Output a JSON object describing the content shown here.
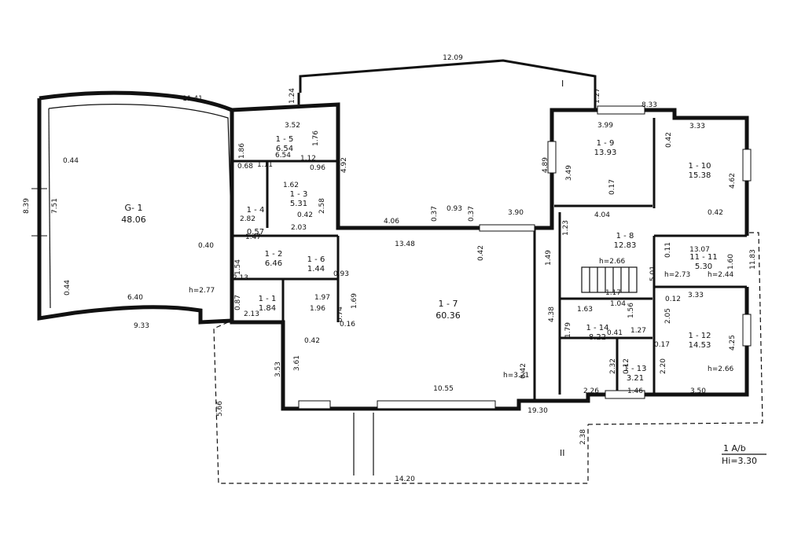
{
  "legend": {
    "line1": "1 A/b",
    "line2": "Hi=3.30"
  },
  "rooms": [
    {
      "id": "G- 1",
      "area": "48.06"
    },
    {
      "id": "1 - 5",
      "area": "6.54"
    },
    {
      "id": "1 - 3",
      "area": "5.31"
    },
    {
      "id": "1 - 4",
      "area": "0.57"
    },
    {
      "id": "1 - 2",
      "area": "6.46"
    },
    {
      "id": "1 - 6",
      "area": "1.44"
    },
    {
      "id": "1 - 1",
      "area": "1.84"
    },
    {
      "id": "1 - 7",
      "area": "60.36"
    },
    {
      "id": "1 - 8",
      "area": "12.83"
    },
    {
      "id": "1 - 9",
      "area": "13.93"
    },
    {
      "id": "1 - 10",
      "area": "15.38"
    },
    {
      "id": "11 - 11",
      "area": "5.30"
    },
    {
      "id": "1 - 12",
      "area": "14.53"
    },
    {
      "id": "1 - 13",
      "area": "3.21"
    },
    {
      "id": "1 - 14",
      "area": "8.22"
    }
  ],
  "heights": [
    "h=2.77",
    "h=3.21",
    "h=2.44",
    "h=2.73",
    "h=2.66",
    "h=2.66"
  ],
  "dimensions": [
    "12.09",
    "11.41",
    "1.24",
    "1.27",
    "8.33",
    "3.52",
    "1.76",
    "1.86",
    "6.54",
    "4.92",
    "3.99",
    "3.33",
    "0.42",
    "4.62",
    "3.49",
    "4.89",
    "0.17",
    "0.44",
    "7.51",
    "8.39",
    "0.40",
    "0.44",
    "6.40",
    "9.33",
    "1.11",
    "1.12",
    "0.68",
    "0.96",
    "1.62",
    "2.58",
    "2.82",
    "0.42",
    "2.03",
    "1.23",
    "4.06",
    "0.37",
    "0.93",
    "0.37",
    "3.90",
    "13.48",
    "0.42",
    "4.04",
    "1.54",
    "2.13",
    "0.93",
    "1.49",
    "1.69",
    "1.97",
    "1.96",
    "0.74",
    "0.16",
    "0.87",
    "2.13",
    "0.42",
    "3.53",
    "3.61",
    "10.55",
    "4.38",
    "0.42",
    "19.30",
    "2.38",
    "14.20",
    "5.66",
    "13.07",
    "1.60",
    "0.12",
    "3.33",
    "2.05",
    "4.25",
    "0.17",
    "2.20",
    "3.50",
    "1.46",
    "2.26",
    "2.32",
    "0.12",
    "1.27",
    "1.56",
    "1.79",
    "1.63",
    "1.04",
    "1.17",
    "0.41",
    "1.47",
    "5.01",
    "0.11",
    "0.42",
    "11.83"
  ],
  "markers": {
    "top": "I",
    "bottom": "II"
  }
}
